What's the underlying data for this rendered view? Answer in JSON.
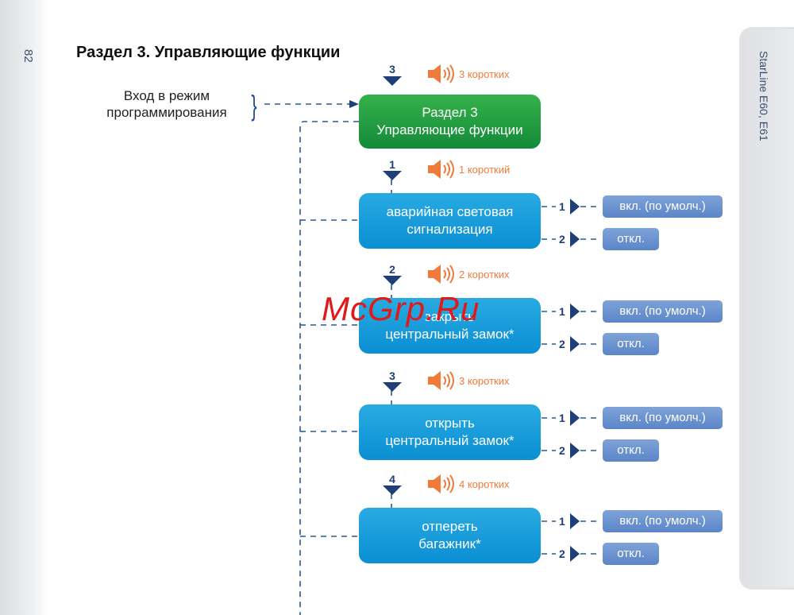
{
  "page": {
    "page_number": "82",
    "side_tab_label": "StarLine E60, E61",
    "section_title": "Раздел 3. Управляющие функции",
    "entry_label_line1": "Вход в режим",
    "entry_label_line2": "программирования",
    "watermark": "McGrp.Ru"
  },
  "root": {
    "step": "3",
    "beep": "3 коротких",
    "line1": "Раздел 3",
    "line2": "Управляющие функции"
  },
  "functions": [
    {
      "step": "1",
      "beep": "1 короткий",
      "line1": "аварийная световая",
      "line2": "сигнализация",
      "options": [
        {
          "num": "1",
          "label": "вкл. (по умолч.)"
        },
        {
          "num": "2",
          "label": "откл."
        }
      ]
    },
    {
      "step": "2",
      "beep": "2 коротких",
      "line1": "закрыть",
      "line2": "центральный замок*",
      "options": [
        {
          "num": "1",
          "label": "вкл. (по умолч.)"
        },
        {
          "num": "2",
          "label": "откл."
        }
      ]
    },
    {
      "step": "3",
      "beep": "3 коротких",
      "line1": "открыть",
      "line2": "центральный замок*",
      "options": [
        {
          "num": "1",
          "label": "вкл. (по умолч.)"
        },
        {
          "num": "2",
          "label": "откл."
        }
      ]
    },
    {
      "step": "4",
      "beep": "4 коротких",
      "line1": "отпереть",
      "line2": "багажник*",
      "options": [
        {
          "num": "1",
          "label": "вкл. (по умолч.)"
        },
        {
          "num": "2",
          "label": "откл."
        }
      ]
    }
  ],
  "colors": {
    "accent_blue": "#1e3f78",
    "beep_orange": "#f07a3a",
    "node_green": "#148a3a",
    "node_blue": "#0a8fd3",
    "option_blue": "#5b85c8"
  }
}
